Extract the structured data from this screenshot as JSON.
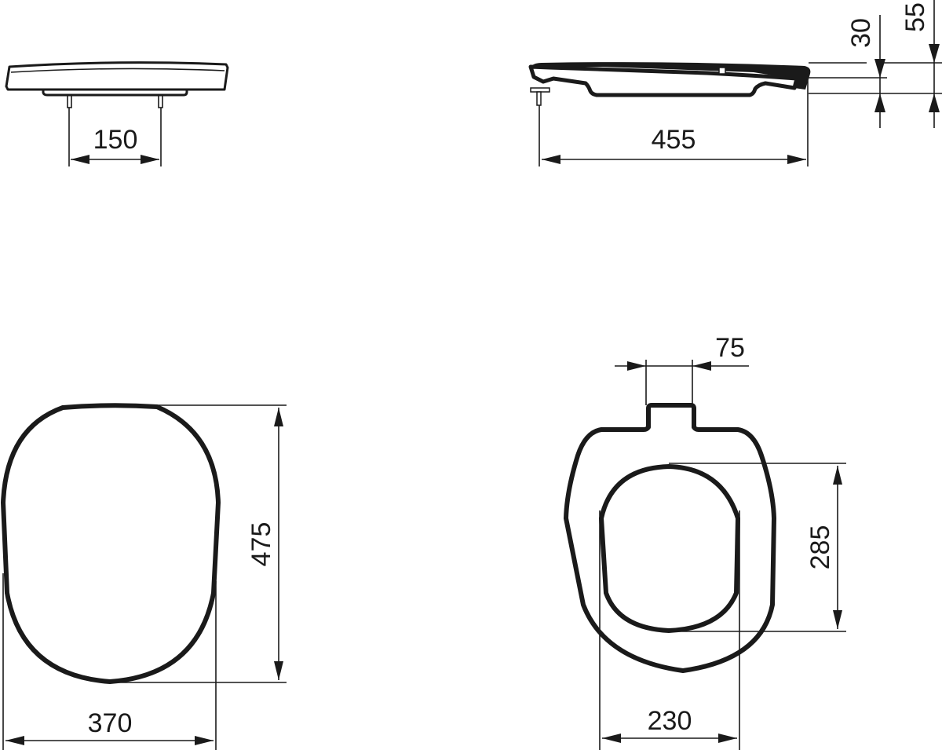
{
  "drawing": {
    "views": {
      "side_front": {
        "label": "front-side-view",
        "dimensions": {
          "hinge_spacing": "150"
        }
      },
      "side_profile": {
        "label": "side-profile-view",
        "dimensions": {
          "length": "455",
          "lid_thickness": "30",
          "total_height": "55"
        }
      },
      "top_lid": {
        "label": "lid-top-view",
        "dimensions": {
          "width": "370",
          "length": "475"
        }
      },
      "top_ring": {
        "label": "seat-ring-top-view",
        "dimensions": {
          "hinge_width": "75",
          "opening_width": "230",
          "opening_length": "285"
        }
      }
    },
    "colors": {
      "line": "#1a1a1a",
      "background": "#ffffff"
    }
  }
}
